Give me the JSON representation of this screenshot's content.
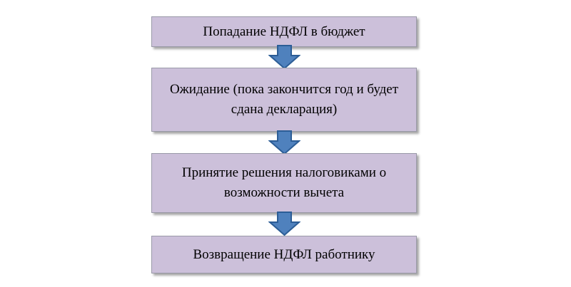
{
  "flow": {
    "steps": [
      {
        "text": "Попадание НДФЛ в бюджет"
      },
      {
        "text": "Ожидание (пока закончится год и будет сдана декларация)"
      },
      {
        "text": "Принятие решения налоговиками о возможности вычета"
      },
      {
        "text": "Возвращение НДФЛ работнику"
      }
    ]
  },
  "colors": {
    "box_fill": "#ccc0da",
    "arrow_fill": "#4f81bd",
    "arrow_stroke": "#2c5d96"
  }
}
